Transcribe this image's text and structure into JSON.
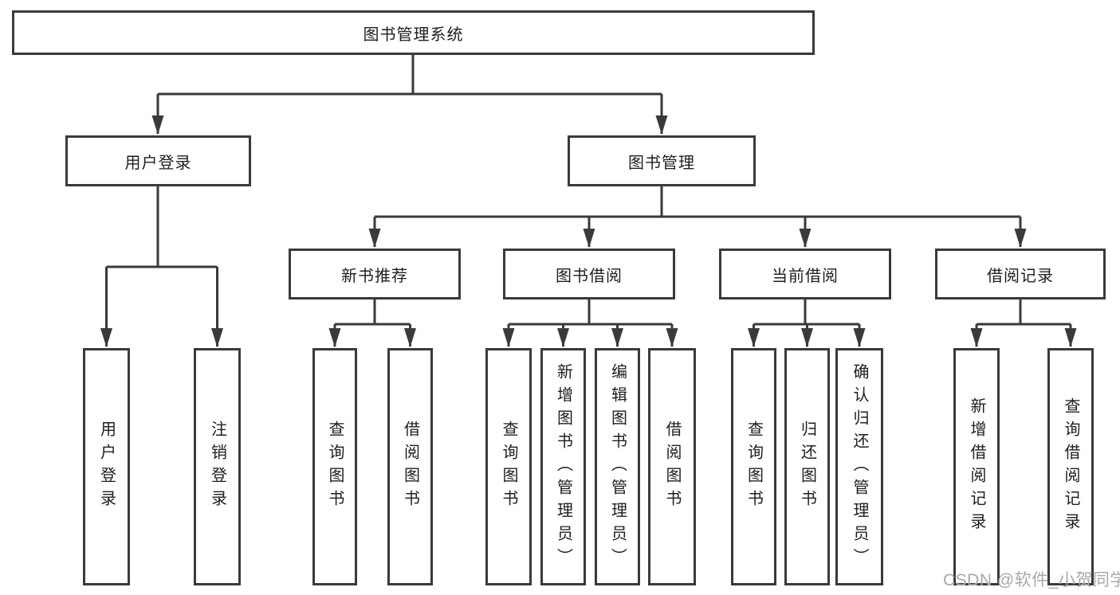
{
  "diagram_title": "图书管理系统",
  "colors": {
    "line": "#3a3a3a",
    "text": "#1e1e1e",
    "background": "#ffffff",
    "watermark": "#a9a9a9"
  },
  "tree": {
    "root": "图书管理系统",
    "login": {
      "label": "用户登录",
      "children": [
        "用户登录",
        "注销登录"
      ]
    },
    "management": {
      "label": "图书管理",
      "modules": [
        {
          "label": "新书推荐",
          "children": [
            "查询图书",
            "借阅图书"
          ]
        },
        {
          "label": "图书借阅",
          "children": [
            "查询图书",
            "新增图书（管理员）",
            "编辑图书（管理员）",
            "借阅图书"
          ]
        },
        {
          "label": "当前借阅",
          "children": [
            "查询图书",
            "归还图书",
            "确认归还（管理员）"
          ]
        },
        {
          "label": "借阅记录",
          "children": [
            "新增借阅记录",
            "查询借阅记录"
          ]
        }
      ]
    }
  },
  "watermark": {
    "text": "CSDN @软件_小贺同学"
  }
}
